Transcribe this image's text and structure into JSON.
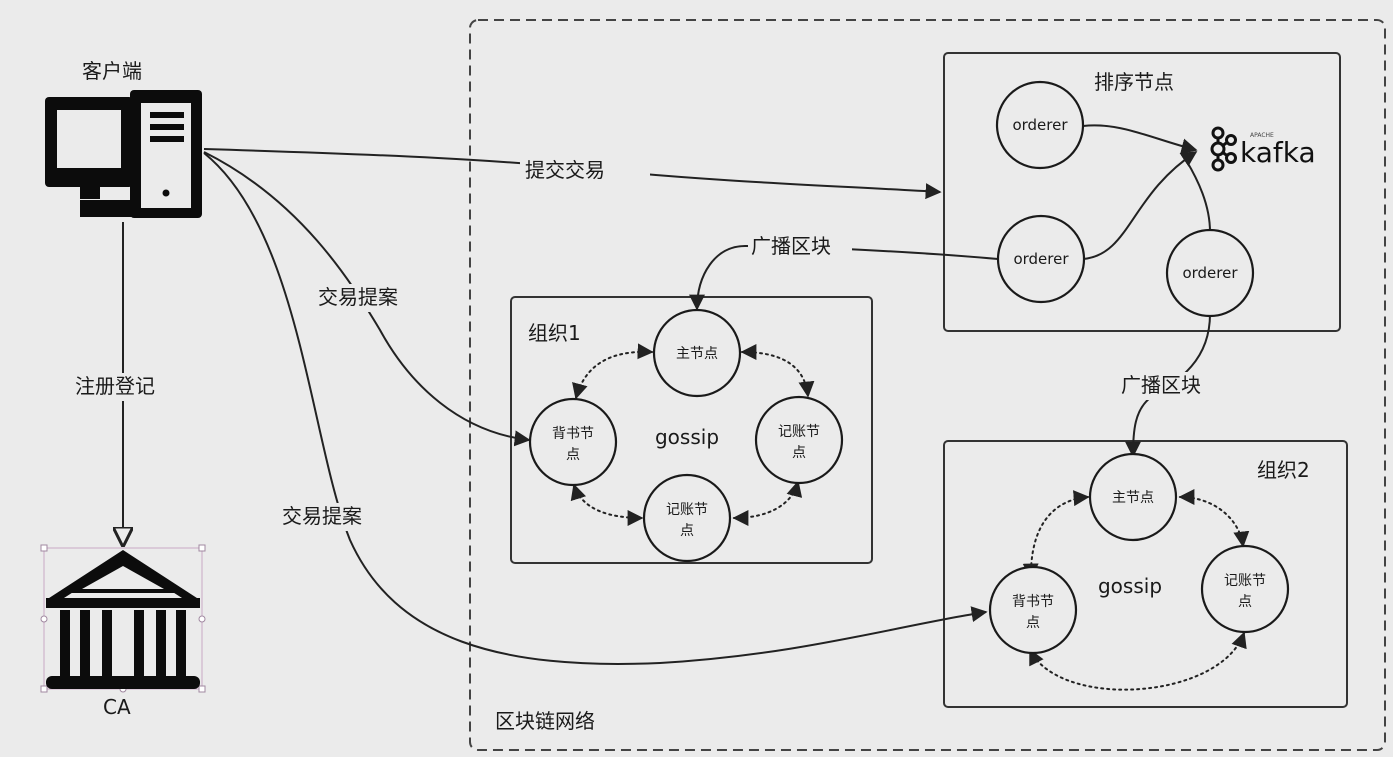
{
  "client": {
    "label": "客户端"
  },
  "ca": {
    "label": "CA"
  },
  "network": {
    "label": "区块链网络"
  },
  "ordering": {
    "title": "排序节点",
    "orderers": [
      "orderer",
      "orderer",
      "orderer"
    ],
    "kafka_apache": "APACHE",
    "kafka_label": "kafka"
  },
  "org1": {
    "title": "组织1",
    "leader": "主节点",
    "endorser": [
      "背书节",
      "点"
    ],
    "committer_right": [
      "记账节",
      "点"
    ],
    "committer_bottom": [
      "记账节",
      "点"
    ],
    "gossip": "gossip"
  },
  "org2": {
    "title": "组织2",
    "leader": "主节点",
    "endorser": [
      "背书节",
      "点"
    ],
    "committer": [
      "记账节",
      "点"
    ],
    "gossip": "gossip"
  },
  "edges": {
    "register": "注册登记",
    "submit_tx": "提交交易",
    "proposal_1": "交易提案",
    "proposal_2": "交易提案",
    "broadcast_1": "广播区块",
    "broadcast_2": "广播区块"
  }
}
